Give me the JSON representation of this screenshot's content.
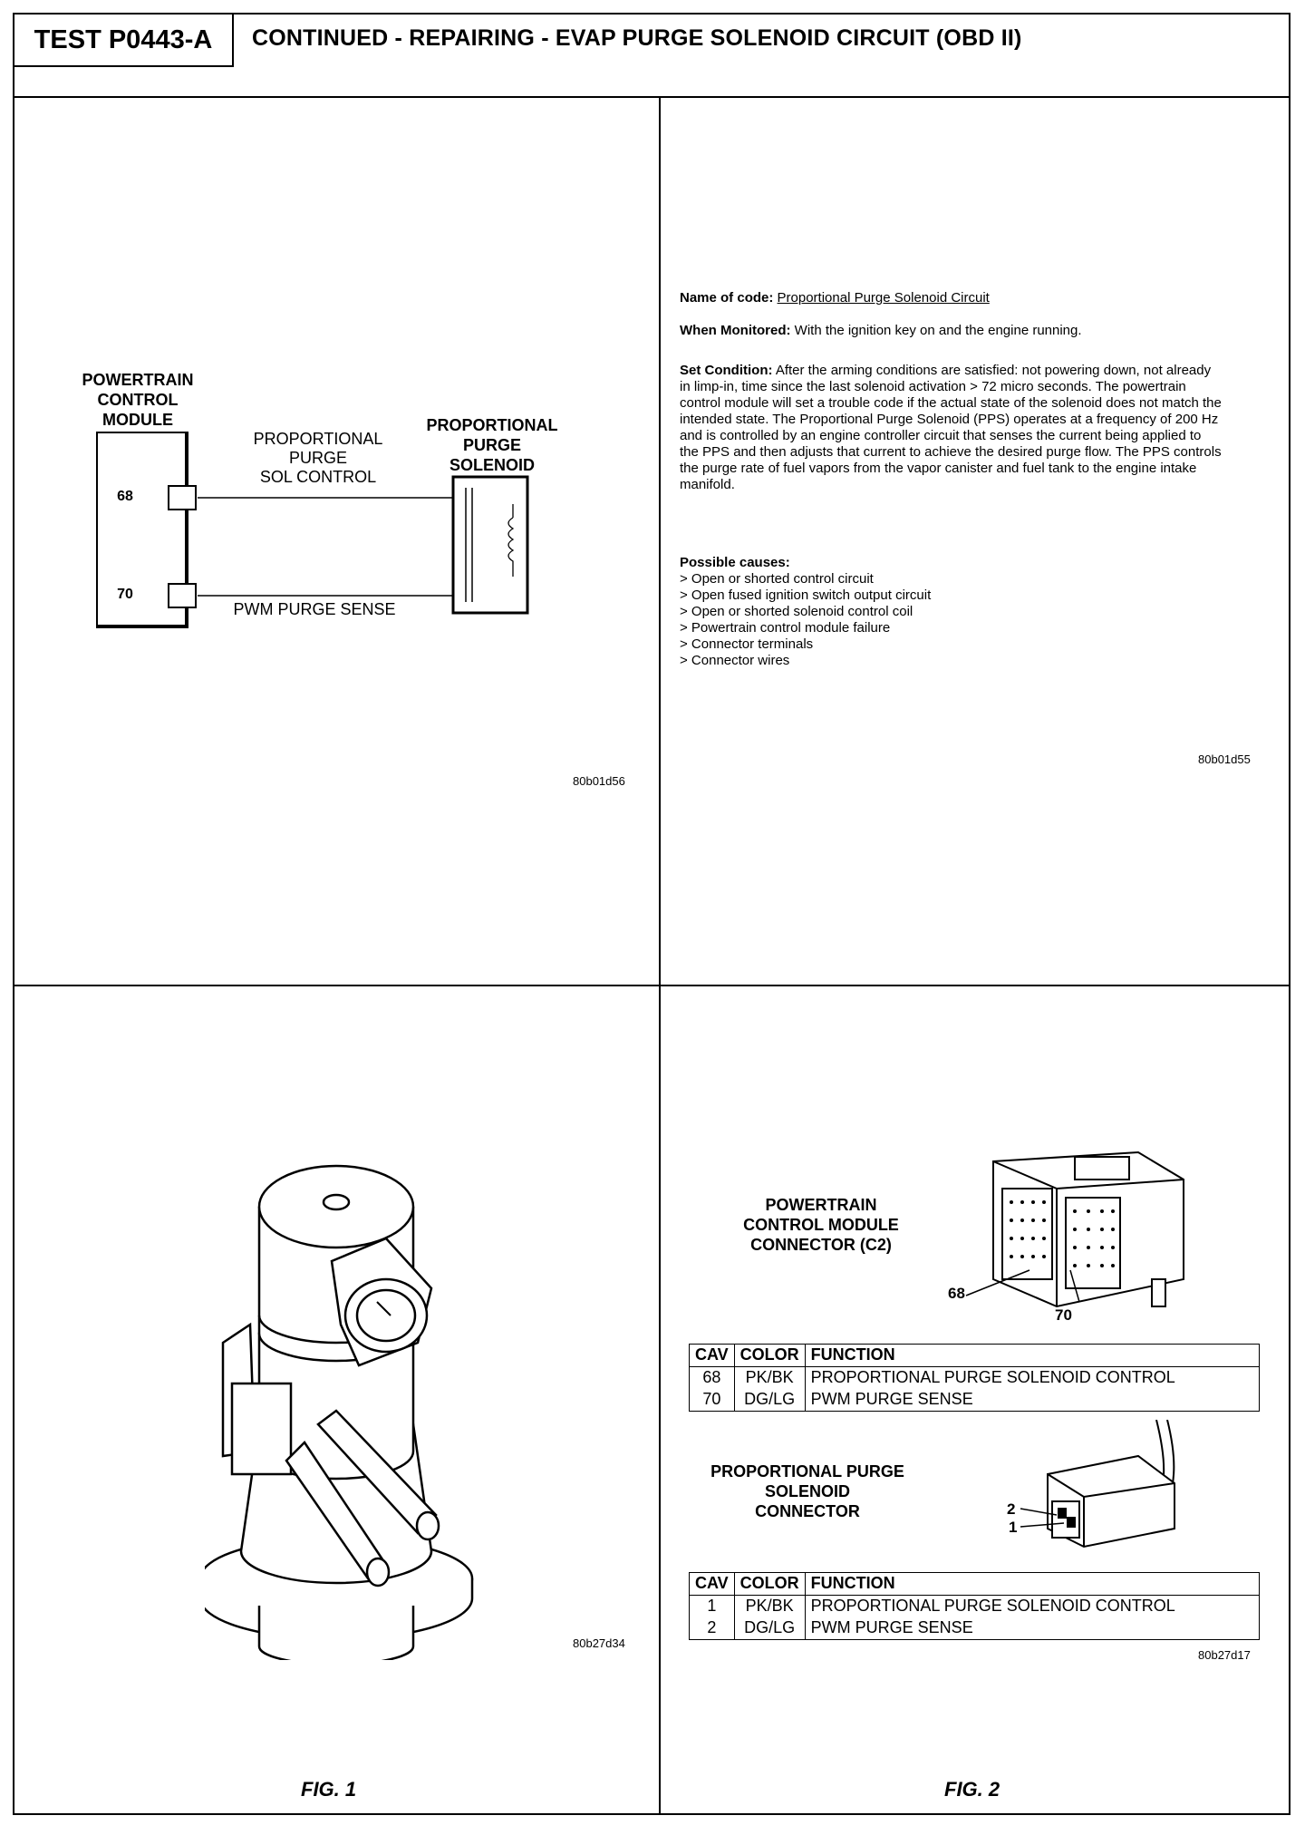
{
  "header": {
    "test_code": "TEST P0443-A",
    "title": "CONTINUED - REPAIRING - EVAP PURGE SOLENOID CIRCUIT (OBD II)"
  },
  "schematic": {
    "pcm_label": [
      "POWERTRAIN",
      "CONTROL",
      "MODULE"
    ],
    "solenoid_label": [
      "PROPORTIONAL",
      "PURGE",
      "SOLENOID"
    ],
    "wire1_label": [
      "PROPORTIONAL",
      "PURGE",
      "SOL CONTROL"
    ],
    "wire2_label": "PWM PURGE SENSE",
    "pin_a": "68",
    "pin_b": "70",
    "image_code": "80b01d56"
  },
  "description": {
    "name_label": "Name of code:",
    "name_value": "Proportional Purge Solenoid Circuit",
    "monitored_label": "When Monitored:",
    "monitored_value": "With the ignition key on and the engine running.",
    "set_label": "Set Condition:",
    "set_value": "After the arming conditions are satisfied: not powering down, not already in limp-in, time since the last solenoid activation > 72 micro seconds. The powertrain control module will set a trouble code if the actual state of the solenoid does not match the intended state. The Proportional Purge Solenoid (PPS) operates at a frequency of 200 Hz and is controlled by an engine controller circuit that senses the current being applied to the PPS and then adjusts that current to achieve the desired purge flow. The PPS controls the purge rate of fuel vapors from the vapor canister and fuel tank to the engine intake manifold.",
    "causes_label": "Possible causes:",
    "causes": [
      "> Open or shorted control circuit",
      "> Open fused ignition switch output circuit",
      "> Open or shorted solenoid control coil",
      "> Powertrain control module failure",
      "> Connector terminals",
      "> Connector wires"
    ],
    "image_code": "80b01d55"
  },
  "figure1": {
    "image_code": "80b27d34",
    "caption": "FIG. 1"
  },
  "figure2": {
    "pcm_connector_label": [
      "POWERTRAIN",
      "CONTROL MODULE",
      "CONNECTOR (C2)"
    ],
    "pcm_pin_a": "68",
    "pcm_pin_b": "70",
    "table1": {
      "headers": [
        "CAV",
        "COLOR",
        "FUNCTION"
      ],
      "rows": [
        [
          "68",
          "PK/BK",
          "PROPORTIONAL PURGE SOLENOID CONTROL"
        ],
        [
          "70",
          "DG/LG",
          "PWM PURGE SENSE"
        ]
      ]
    },
    "sol_connector_label": [
      "PROPORTIONAL PURGE",
      "SOLENOID",
      "CONNECTOR"
    ],
    "sol_pin_a": "2",
    "sol_pin_b": "1",
    "table2": {
      "headers": [
        "CAV",
        "COLOR",
        "FUNCTION"
      ],
      "rows": [
        [
          "1",
          "PK/BK",
          "PROPORTIONAL PURGE SOLENOID CONTROL"
        ],
        [
          "2",
          "DG/LG",
          "PWM PURGE SENSE"
        ]
      ]
    },
    "image_code": "80b27d17",
    "caption": "FIG. 2"
  }
}
